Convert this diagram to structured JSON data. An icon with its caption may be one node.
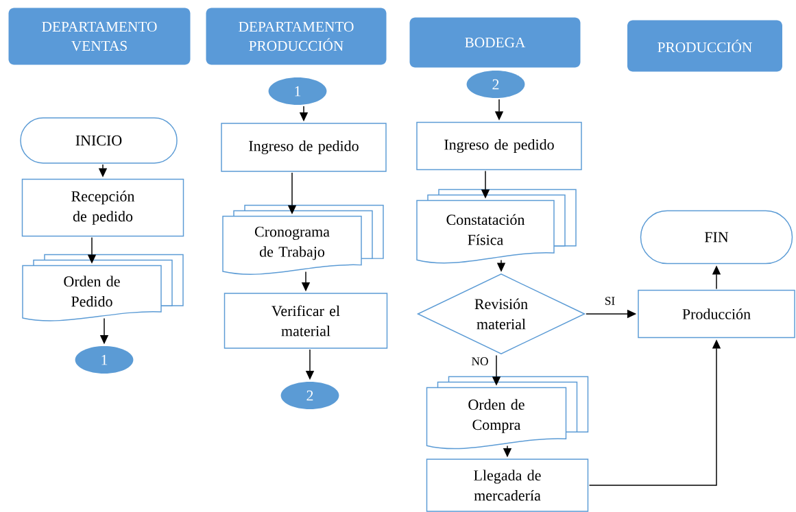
{
  "diagram": {
    "nodes": [
      {
        "text": [
          "DEPARTAMENTO VENTAS"
        ]
      },
      {
        "text": [
          "DEPARTAMENTO PRODUCCIÓN"
        ]
      },
      {
        "text": [
          "BODEGA"
        ]
      },
      {
        "text": [
          "PRODUCCIÓN"
        ]
      },
      {
        "text": [
          "INICIO"
        ]
      },
      {
        "text": [
          "Recepción de pedido"
        ]
      },
      {
        "text": [
          "Orden de Pedido"
        ]
      },
      {
        "text": [
          "1"
        ]
      },
      {
        "text": [
          "1"
        ]
      },
      {
        "text": [
          "Ingreso de pedido"
        ]
      },
      {
        "text": [
          "Cronograma de Trabajo"
        ]
      },
      {
        "text": [
          "Verificar el material"
        ]
      },
      {
        "text": [
          "2"
        ]
      },
      {
        "text": [
          "2"
        ]
      },
      {
        "text": [
          "Ingreso de pedido"
        ]
      },
      {
        "text": [
          "Constatación Física"
        ]
      },
      {
        "text": [
          "Revisión material"
        ]
      },
      {
        "text": [
          "Orden de Compra"
        ]
      },
      {
        "text": [
          "Llegada de mercadería"
        ]
      },
      {
        "text": [
          "Producción"
        ]
      },
      {
        "text": [
          "FIN"
        ]
      }
    ],
    "edges": [
      {
        "from": 4,
        "to": 5,
        "arrow": "to"
      },
      {
        "from": 5,
        "to": 6,
        "arrow": "to"
      },
      {
        "from": 6,
        "to": 7,
        "arrow": "to"
      },
      {
        "from": 8,
        "to": 9,
        "arrow": "to"
      },
      {
        "from": 9,
        "to": 10,
        "arrow": "to"
      },
      {
        "from": 10,
        "to": 11,
        "arrow": "to"
      },
      {
        "from": 11,
        "to": 12,
        "arrow": "to"
      },
      {
        "from": 13,
        "to": 14,
        "arrow": "to"
      },
      {
        "from": 14,
        "to": 15,
        "arrow": "to"
      },
      {
        "from": 15,
        "to": 16,
        "arrow": "to"
      },
      {
        "from": 16,
        "to": 19,
        "arrow": "to",
        "label": "SI"
      },
      {
        "from": 16,
        "to": 17,
        "arrow": "to",
        "label": "NO"
      },
      {
        "from": 17,
        "to": 18,
        "arrow": "to"
      },
      {
        "from": 18,
        "to": 19,
        "arrow": "to"
      },
      {
        "from": 19,
        "to": 20,
        "arrow": "to"
      }
    ]
  }
}
